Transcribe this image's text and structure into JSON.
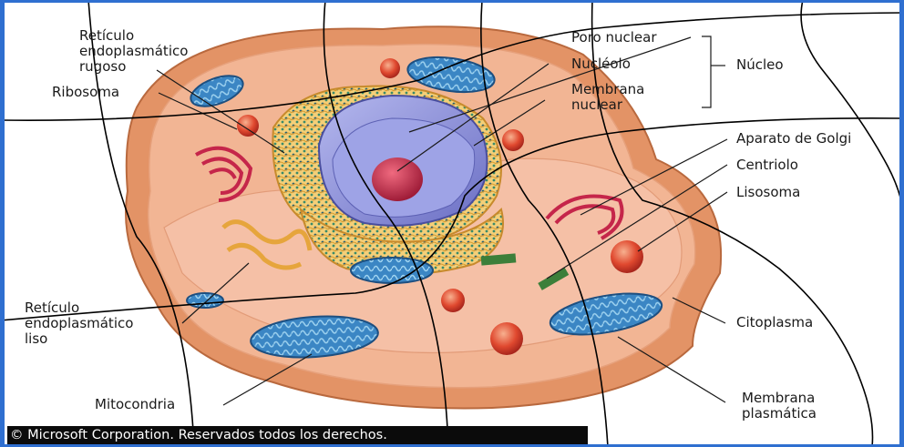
{
  "labels": {
    "reticulo_rugoso": [
      "Retículo",
      "endoplasmático",
      "rugoso"
    ],
    "ribosoma": "Ribosoma",
    "poro_nuclear": "Poro nuclear",
    "nucleolo": "Nucléolo",
    "membrana_nuclear": [
      "Membrana",
      "nuclear"
    ],
    "nucleo": "Núcleo",
    "aparato_golgi": "Aparato de Golgi",
    "centriolo": "Centriolo",
    "lisosoma": "Lisosoma",
    "reticulo_liso": [
      "Retículo",
      "endoplasmático",
      "liso"
    ],
    "citoplasma": "Citoplasma",
    "mitocondria": "Mitocondria",
    "membrana_plasmatica": [
      "Membrana",
      "plasmática"
    ]
  },
  "copyright": "© Microsoft Corporation. Reservados todos los derechos.",
  "colors": {
    "border": "#2f6fd0",
    "cell_outer": "#e79a6a",
    "cytoplasm": "#f2b08c",
    "nucleus": "#8b8fd6",
    "nucleolus": "#c62f4b",
    "mitochondria": "#2c6fa8",
    "er": "#e7b24a",
    "golgi": "#c5264a",
    "lysosome": "#e0492f"
  }
}
